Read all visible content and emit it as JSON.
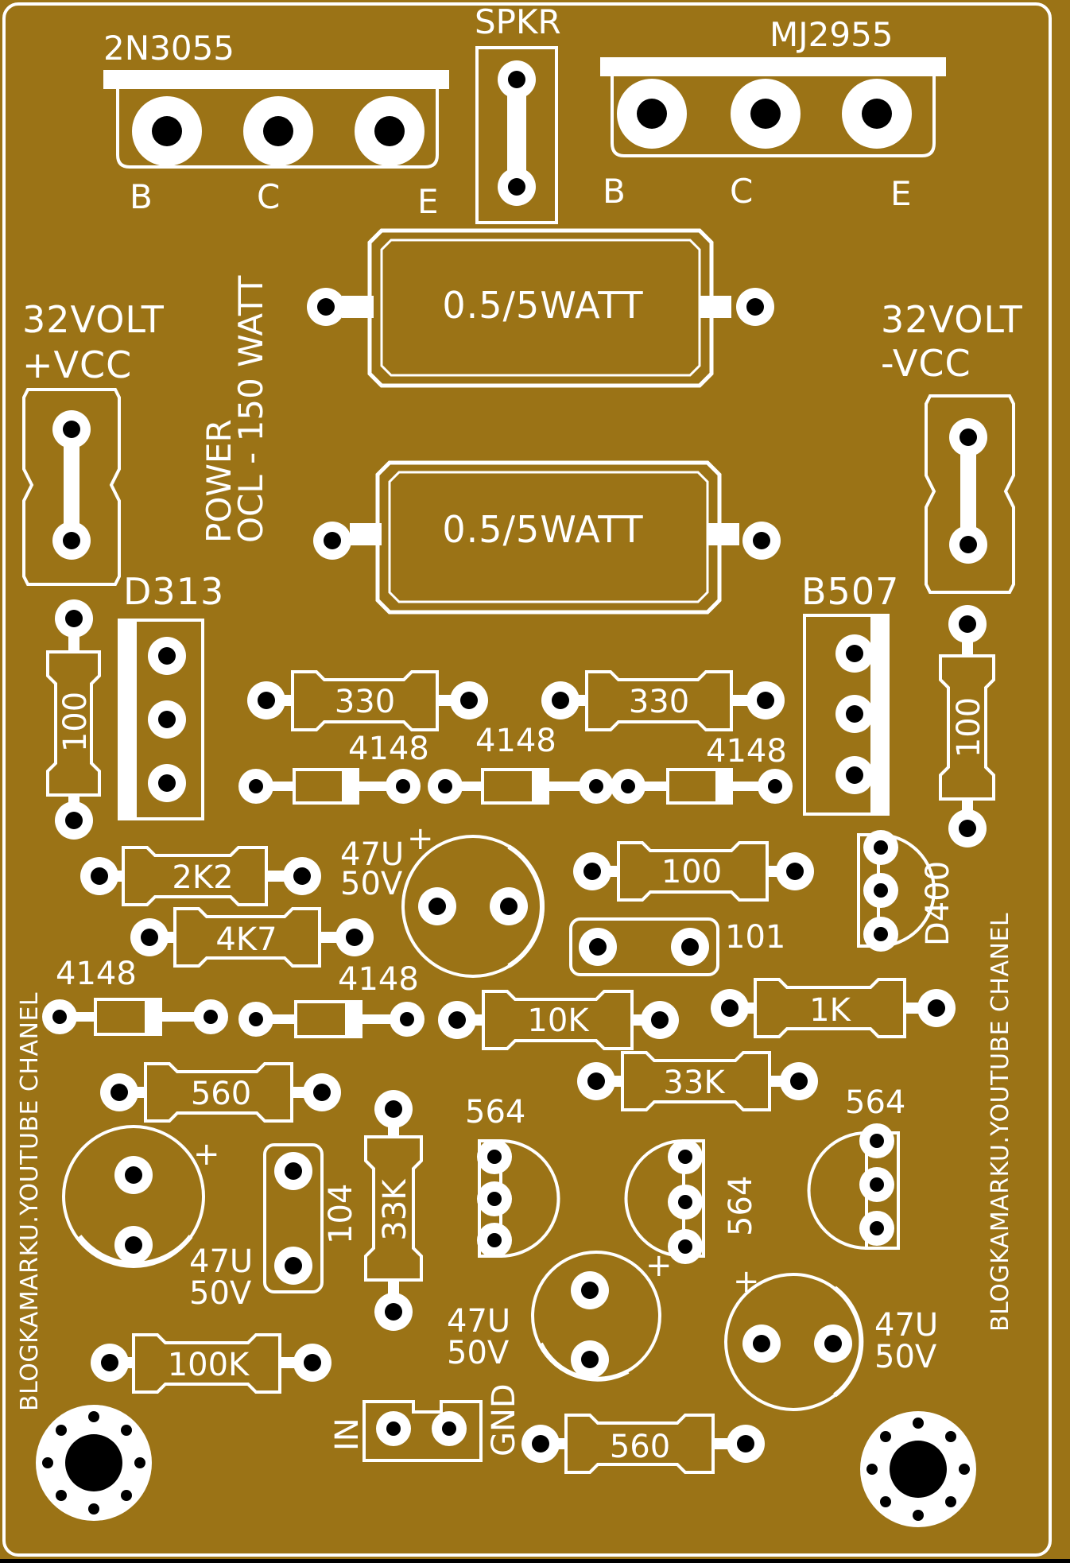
{
  "board": {
    "bg_color": "#9b7316",
    "silk_color": "#ffffff",
    "pad_color": "#ffffff",
    "hole_color": "#000000"
  },
  "labels": {
    "t_2n3055": "2N3055",
    "t_spkr": "SPKR",
    "t_mj2955": "MJ2955",
    "b1": "B",
    "c1": "C",
    "e1": "E",
    "b2": "B",
    "c2": "C",
    "e2": "E",
    "vcc_pos_1": "32VOLT",
    "vcc_pos_2": "+VCC",
    "vcc_neg_1": "32VOLT",
    "vcc_neg_2": "-VCC",
    "power_1": "OCL - 150 WATT",
    "power_2": "POWER",
    "res_big_1": "0.5/5WATT",
    "res_big_2": "0.5/5WATT",
    "d313": "D313",
    "b507": "B507",
    "d400": "D400",
    "r100_left": "100",
    "r100_right": "100",
    "r330_left": "330",
    "r330_right": "330",
    "d4148_a": "4148",
    "d4148_b": "4148",
    "d4148_c": "4148",
    "d4148_d": "4148",
    "d4148_e": "4148",
    "r2k2": "2K2",
    "r4k7": "4K7",
    "c47_top_1": "47U",
    "c47_top_2": "50V",
    "c47_top_plus": "+",
    "r100_mid": "100",
    "c101": "101",
    "r10k": "10K",
    "r1k": "1K",
    "r33k_h": "33K",
    "r560_top": "560",
    "t564_a": "564",
    "t564_b": "564",
    "t564_c": "564",
    "c47_left_1": "47U",
    "c47_left_2": "50V",
    "c47_left_plus": "+",
    "c104": "104",
    "r33k_v": "33K",
    "c47_mid_1": "47U",
    "c47_mid_2": "50V",
    "c47_mid_plus": "+",
    "c47_right_1": "47U",
    "c47_right_2": "50V",
    "c47_right_plus": "+",
    "r100k": "100K",
    "in": "IN",
    "gnd": "GND",
    "r560_bottom": "560",
    "channel_left": "BLOGKAMARKU.YOUTUBE CHANEL",
    "channel_right": "BLOGKAMARKU.YOUTUBE CHANEL"
  }
}
